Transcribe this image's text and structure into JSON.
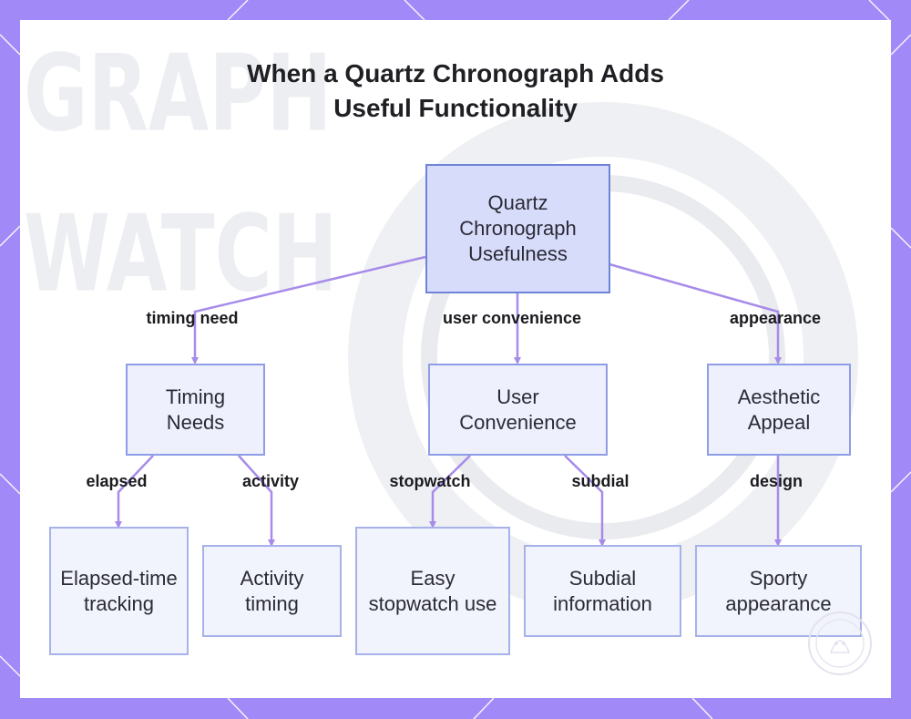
{
  "title": {
    "line1": "When a Quartz Chronograph Adds",
    "line2": "Useful Functionality"
  },
  "background_text": {
    "word1": "GRAPH",
    "word2": "WATCH"
  },
  "nodes": {
    "root": "Quartz Chronograph Usefulness",
    "timing_needs": "Timing Needs",
    "user_convenience": "User Convenience",
    "aesthetic_appeal": "Aesthetic Appeal",
    "elapsed_time": "Elapsed-time tracking",
    "activity_timing": "Activity timing",
    "easy_stopwatch": "Easy stopwatch use",
    "subdial_info": "Subdial information",
    "sporty_appearance": "Sporty appearance"
  },
  "edge_labels": {
    "timing_need": "timing need",
    "user_convenience": "user convenience",
    "appearance": "appearance",
    "elapsed": "elapsed",
    "activity": "activity",
    "stopwatch": "stopwatch",
    "subdial": "subdial",
    "design": "design"
  },
  "colors": {
    "frame": "#a18af7",
    "edge": "#a78bea",
    "root_fill": "#d8dcfb",
    "node_fill": "#f1f3fd"
  }
}
